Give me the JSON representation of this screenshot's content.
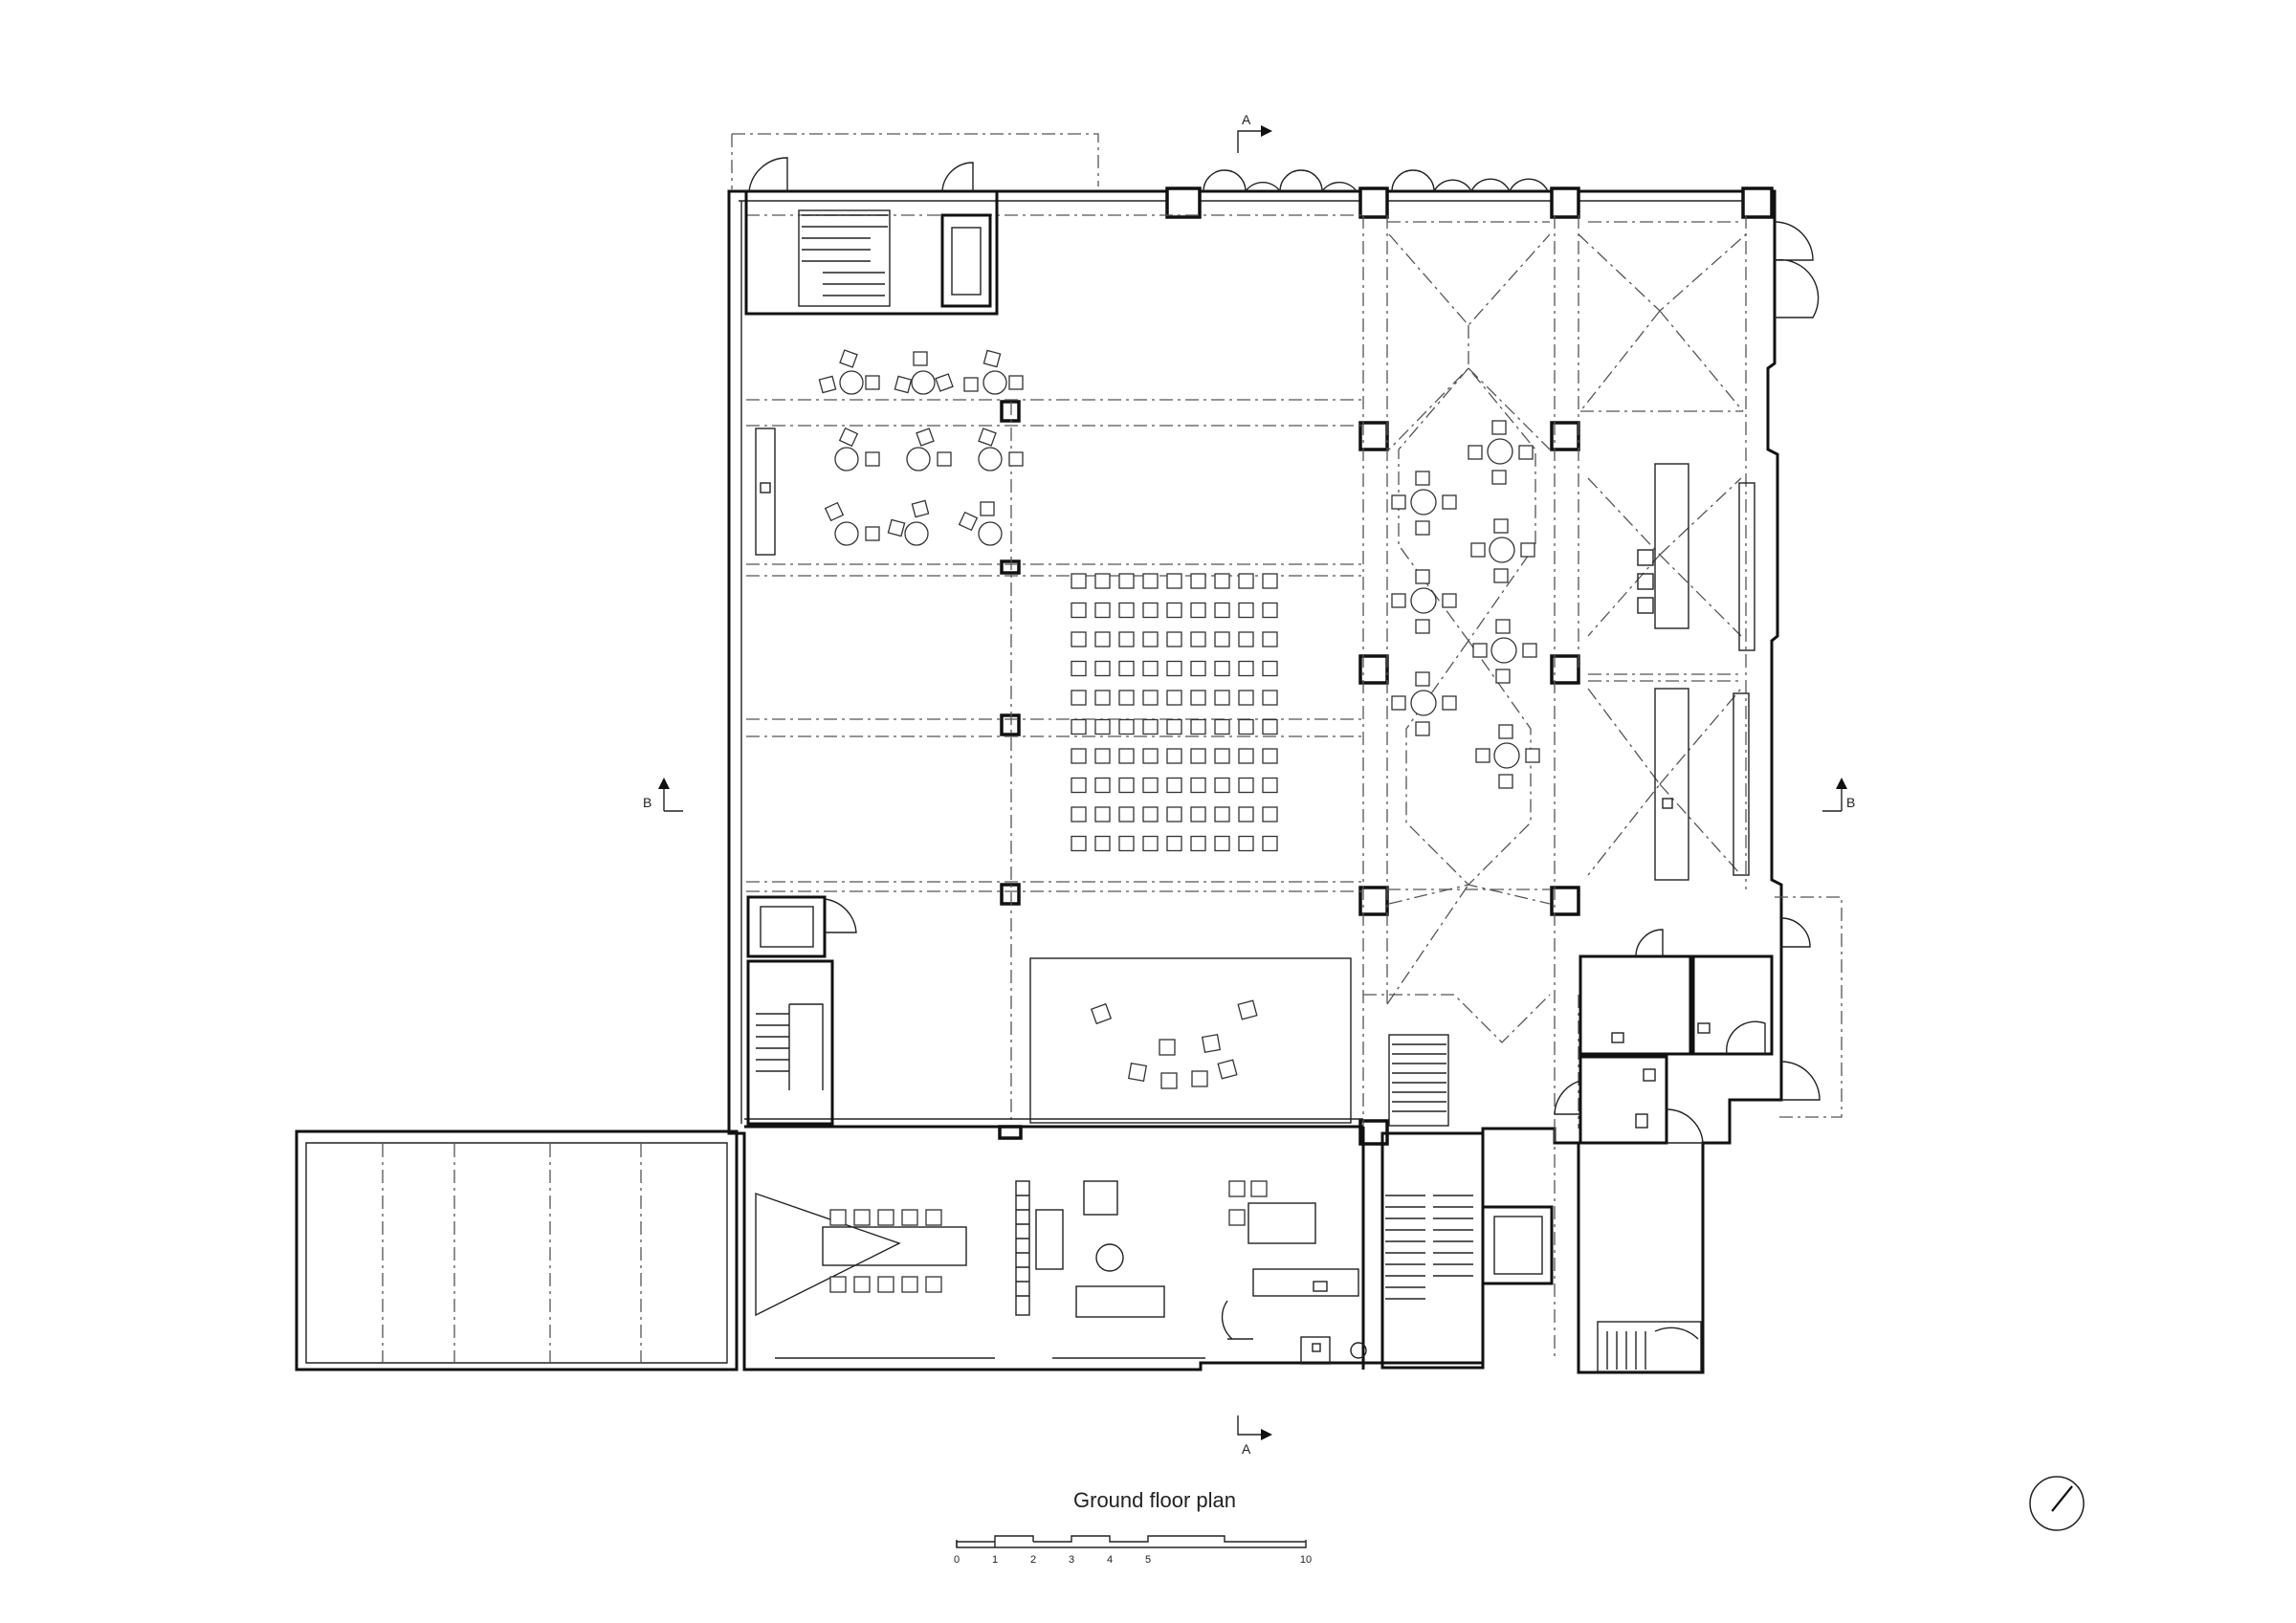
{
  "drawing": {
    "title": "Ground floor plan",
    "section_marks": {
      "a": "A",
      "b": "B"
    },
    "scale_bar": {
      "ticks": [
        "0",
        "1",
        "2",
        "3",
        "4",
        "5",
        "10"
      ]
    },
    "north_arrow_icon": "north-arrow-icon"
  },
  "colors": {
    "line": "#111111",
    "background": "#ffffff"
  }
}
